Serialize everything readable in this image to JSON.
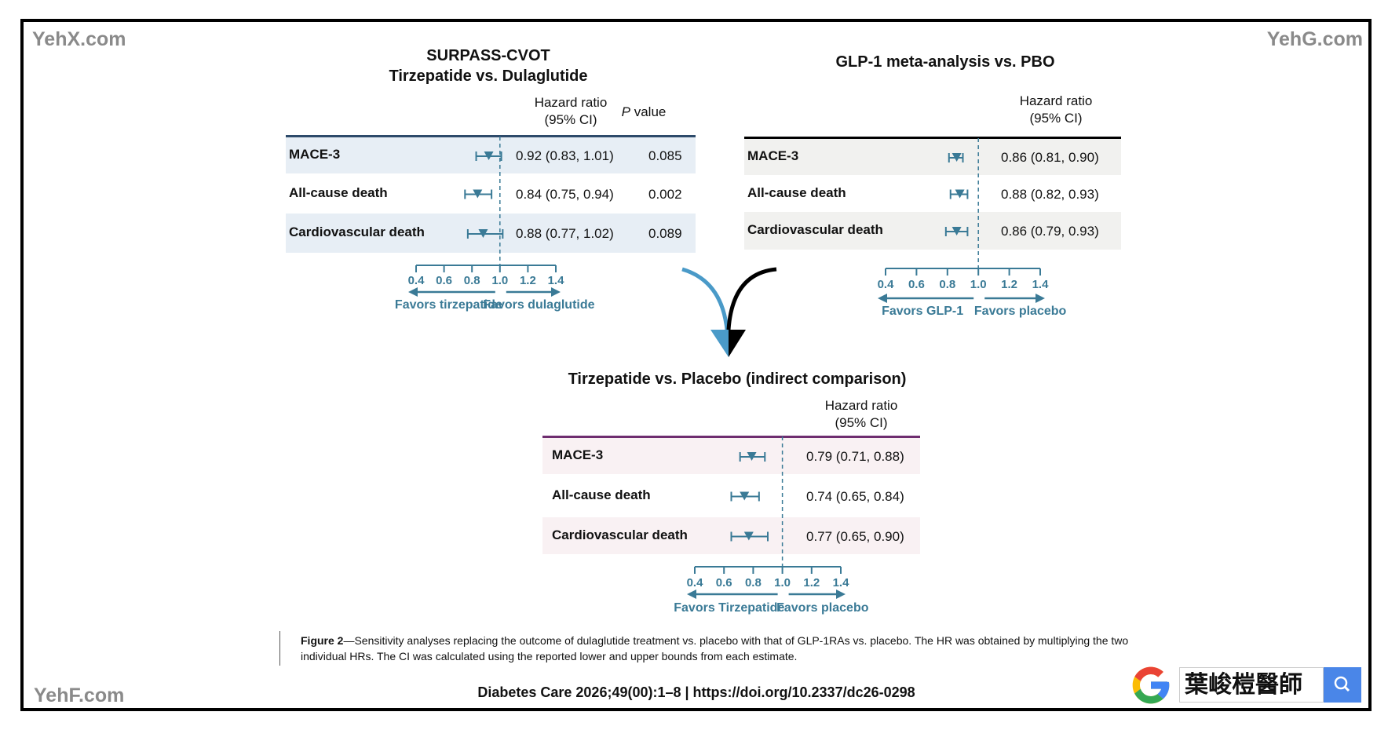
{
  "watermarks": {
    "top_left": "YehX.com",
    "top_right": "YehG.com",
    "bottom_left": "YehF.com"
  },
  "colors": {
    "marker": "#3a7a96",
    "panel1_line": "#2d4a6a",
    "panel1_row": "#e7eef5",
    "panel2_line": "#000000",
    "panel2_row": "#f1f1ef",
    "panel3_line": "#6e2d6f",
    "panel3_row": "#f9f1f3",
    "search_button": "#4a86e8"
  },
  "panels": [
    {
      "title": [
        "SURPASS-CVOT",
        "Tirzepatide vs. Dulaglutide"
      ],
      "header_hr": [
        "Hazard ratio",
        "(95% CI)"
      ],
      "header_p_italic": "P",
      "header_p_rest": " value",
      "rows": [
        {
          "label": "MACE-3",
          "hr": 0.92,
          "lo": 0.83,
          "hi": 1.01,
          "text": "0.92 (0.83, 1.01)",
          "p": "0.085"
        },
        {
          "label": "All-cause death",
          "hr": 0.84,
          "lo": 0.75,
          "hi": 0.94,
          "text": "0.84 (0.75, 0.94)",
          "p": "0.002"
        },
        {
          "label": "Cardiovascular death",
          "hr": 0.88,
          "lo": 0.77,
          "hi": 1.02,
          "text": "0.88 (0.77, 1.02)",
          "p": "0.089"
        }
      ],
      "axis_ticks": [
        "0.4",
        "0.6",
        "0.8",
        "1.0",
        "1.2",
        "1.4"
      ],
      "favors_left": "Favors tirzepatide",
      "favors_right": "Favors dulaglutide"
    },
    {
      "title": [
        "GLP-1 meta-analysis vs. PBO"
      ],
      "header_hr": [
        "Hazard ratio",
        "(95% CI)"
      ],
      "rows": [
        {
          "label": "MACE-3",
          "hr": 0.86,
          "lo": 0.81,
          "hi": 0.9,
          "text": "0.86 (0.81, 0.90)"
        },
        {
          "label": "All-cause death",
          "hr": 0.88,
          "lo": 0.82,
          "hi": 0.93,
          "text": "0.88 (0.82, 0.93)"
        },
        {
          "label": "Cardiovascular death",
          "hr": 0.86,
          "lo": 0.79,
          "hi": 0.93,
          "text": "0.86 (0.79, 0.93)"
        }
      ],
      "axis_ticks": [
        "0.4",
        "0.6",
        "0.8",
        "1.0",
        "1.2",
        "1.4"
      ],
      "favors_left": "Favors GLP-1",
      "favors_right": "Favors placebo"
    },
    {
      "title": [
        "Tirzepatide vs. Placebo (indirect comparison)"
      ],
      "header_hr": [
        "Hazard ratio",
        "(95% CI)"
      ],
      "rows": [
        {
          "label": "MACE-3",
          "hr": 0.79,
          "lo": 0.71,
          "hi": 0.88,
          "text": "0.79 (0.71, 0.88)"
        },
        {
          "label": "All-cause death",
          "hr": 0.74,
          "lo": 0.65,
          "hi": 0.84,
          "text": "0.74 (0.65, 0.84)"
        },
        {
          "label": "Cardiovascular death",
          "hr": 0.77,
          "lo": 0.65,
          "hi": 0.9,
          "text": "0.77 (0.65, 0.90)"
        }
      ],
      "axis_ticks": [
        "0.4",
        "0.6",
        "0.8",
        "1.0",
        "1.2",
        "1.4"
      ],
      "favors_left": "Favors Tirzepatide",
      "favors_right": "Favors placebo"
    }
  ],
  "caption": {
    "label": "Figure 2",
    "text": "—Sensitivity analyses replacing the outcome of dulaglutide treatment vs. placebo with that of GLP-1RAs vs. placebo. The HR was obtained by multiplying the two individual HRs. The CI was calculated using the reported lower and upper bounds from each estimate."
  },
  "footer": "Diabetes Care 2026;49(00):1–8 | https://doi.org/10.2337/dc26-0298",
  "search_widget": {
    "text": "葉峻榿醫師",
    "icon": "search-icon",
    "logo": "google-logo"
  }
}
